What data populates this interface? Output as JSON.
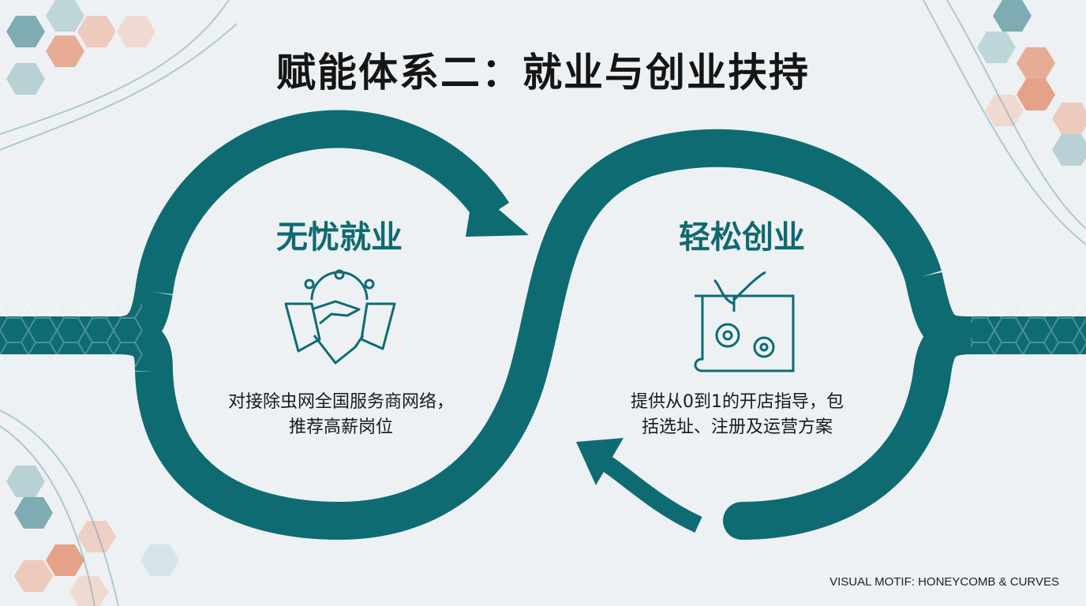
{
  "title": "赋能体系二：就业与创业扶持",
  "left_card": {
    "heading": "无忧就业",
    "description": "对接除虫网全国服务商网络，推荐高薪岗位",
    "icon": "handshake-icon"
  },
  "right_card": {
    "heading": "轻松创业",
    "description": "提供从0到1的开店指导，包括选址、注册及运营方案",
    "icon": "sprout-gears-blueprint-icon"
  },
  "footer": "VISUAL MOTIF: HONEYCOMB & CURVES",
  "colors": {
    "teal": "#0e6b72",
    "background": "#edf1f4",
    "peach": "#e59a7a"
  }
}
